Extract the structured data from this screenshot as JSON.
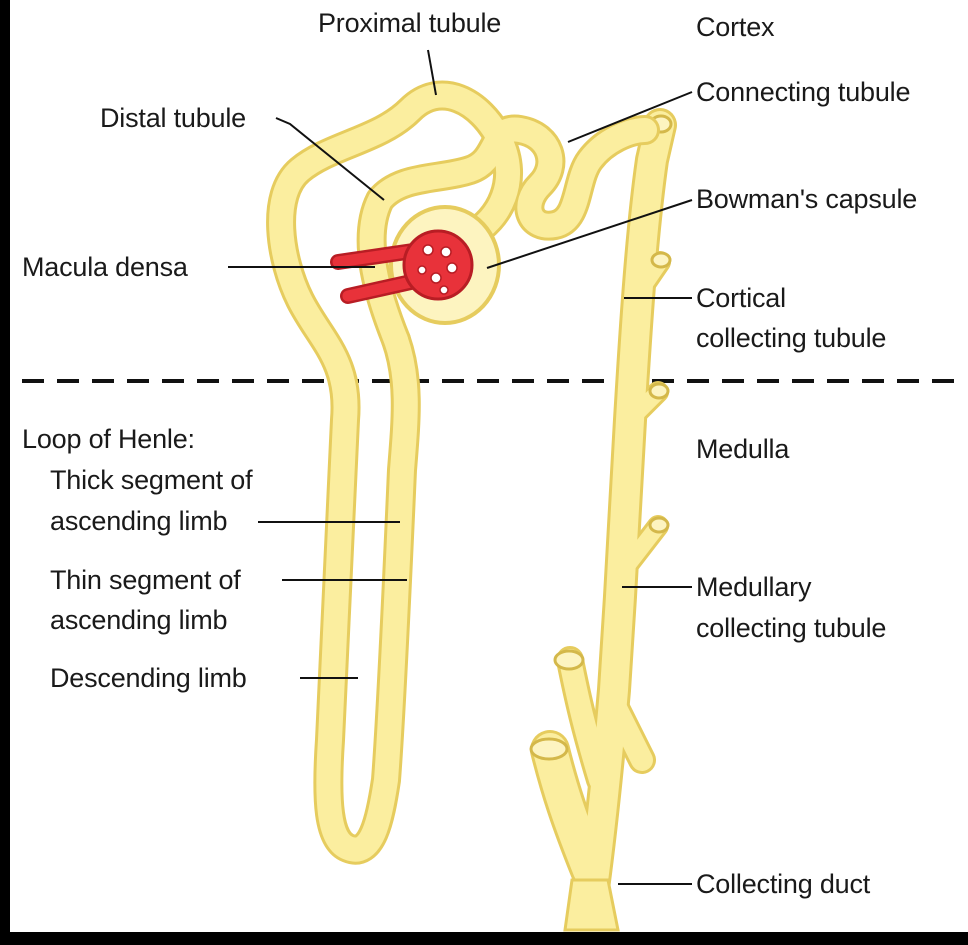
{
  "diagram": {
    "labels": {
      "proximal_tubule": "Proximal tubule",
      "cortex": "Cortex",
      "connecting_tubule": "Connecting tubule",
      "distal_tubule": "Distal tubule",
      "bowmans_capsule": "Bowman's capsule",
      "macula_densa": "Macula densa",
      "cortical_collecting_1": "Cortical",
      "cortical_collecting_2": "collecting tubule",
      "loop_of_henle": "Loop of Henle:",
      "thick_segment_1": "Thick segment of",
      "thick_segment_2": "ascending limb",
      "medulla": "Medulla",
      "thin_segment_1": "Thin segment of",
      "thin_segment_2": "ascending limb",
      "medullary_collecting_1": "Medullary",
      "medullary_collecting_2": "collecting tubule",
      "descending_limb": "Descending limb",
      "collecting_duct": "Collecting duct"
    },
    "colors": {
      "tubule_fill": "#fbee9f",
      "tubule_edge": "#e6cc5e",
      "capsule_fill": "#fdf4c0",
      "vessel_red": "#e8323a",
      "vessel_dark": "#b81d24",
      "leader_line": "#111111",
      "background": "#000000",
      "panel": "#ffffff"
    }
  }
}
